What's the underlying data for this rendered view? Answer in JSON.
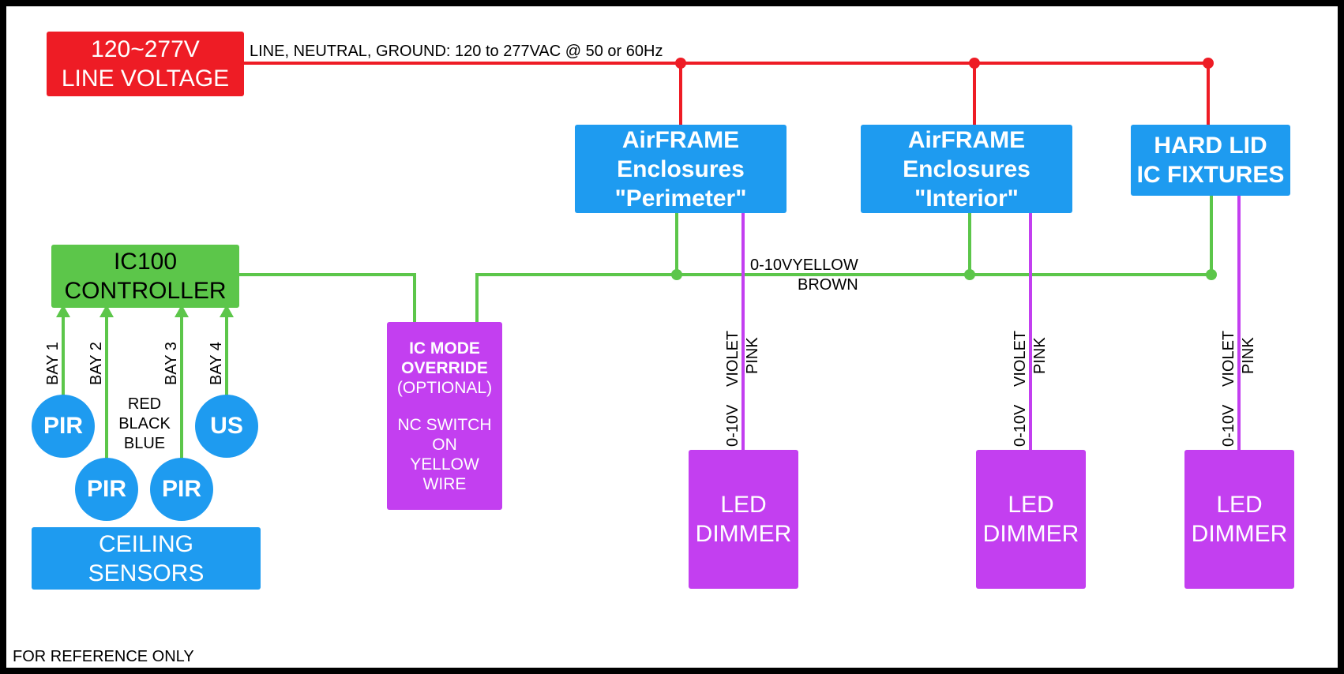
{
  "line_voltage": {
    "line1": "120~277V",
    "line2": "LINE VOLTAGE"
  },
  "line_label": "LINE, NEUTRAL, GROUND: 120 to 277VAC @ 50 or 60Hz",
  "perimeter": {
    "line1": "AirFRAME",
    "line2": "Enclosures",
    "line3": "\"Perimeter\""
  },
  "interior": {
    "line1": "AirFRAME",
    "line2": "Enclosures",
    "line3": "\"Interior\""
  },
  "hardlid": {
    "line1": "HARD LID",
    "line2": "IC FIXTURES"
  },
  "controller": {
    "line1": "IC100",
    "line2": "CONTROLLER"
  },
  "bus_label": {
    "a": "0-10V",
    "b": "YELLOW",
    "c": "BROWN"
  },
  "override": {
    "line1": "IC MODE",
    "line2": "OVERRIDE",
    "line3": "(OPTIONAL)",
    "line4": "NC SWITCH",
    "line5": "ON",
    "line6": "YELLOW",
    "line7": "WIRE"
  },
  "bays": [
    "BAY 1",
    "BAY 2",
    "BAY 3",
    "BAY 4"
  ],
  "sensors": [
    "PIR",
    "PIR",
    "PIR",
    "US"
  ],
  "sensor_wires": {
    "a": "RED",
    "b": "BLACK",
    "c": "BLUE"
  },
  "ceiling": {
    "line1": "CEILING",
    "line2": "SENSORS"
  },
  "dimmer_wire": {
    "a": "0-10V",
    "b": "VIOLET",
    "c": "PINK"
  },
  "dimmers": [
    {
      "line1": "LED",
      "line2": "DIMMER"
    },
    {
      "line1": "LED",
      "line2": "DIMMER"
    },
    {
      "line1": "LED",
      "line2": "DIMMER"
    }
  ],
  "footer": "FOR REFERENCE ONLY",
  "colors": {
    "line": "#ee1c25",
    "signal": "#5cc64a",
    "dim": "#c33ff0",
    "device": "#1e9bf0"
  }
}
